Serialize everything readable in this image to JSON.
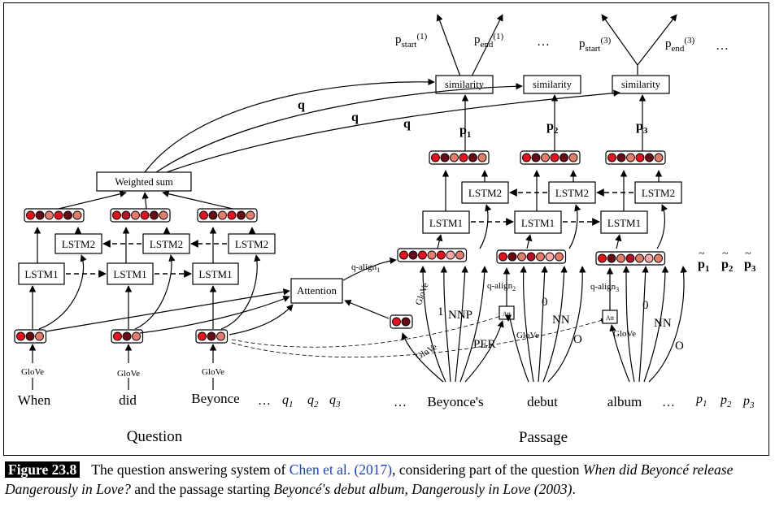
{
  "diagram": {
    "outputs": {
      "p_start_1": "p",
      "p_start_1_sub": "start",
      "p_start_1_sup": "(1)",
      "p_end_1": "p",
      "p_end_1_sub": "end",
      "p_end_1_sup": "(1)",
      "ellipsis_mid": "…",
      "p_start_3": "p",
      "p_start_3_sub": "start",
      "p_start_3_sup": "(3)",
      "p_end_3": "p",
      "p_end_3_sub": "end",
      "p_end_3_sup": "(3)",
      "ellipsis_right": "…"
    },
    "similarity_label": "similarity",
    "q_label": "q",
    "p_vectors": {
      "p": "p",
      "subs": [
        "1",
        "2",
        "3"
      ]
    },
    "lstm1_label": "LSTM1",
    "lstm2_label": "LSTM2",
    "weighted_sum_label": "Weighted sum",
    "attention_label": "Attention",
    "att_label": "Att",
    "glove_label": "GloVe",
    "q_align": {
      "q_align": "q-align",
      "subs": [
        "1",
        "2",
        "3"
      ]
    },
    "features": {
      "beyonce": [
        "1",
        "NNP",
        "PER"
      ],
      "debut": [
        "0",
        "NN",
        "O"
      ],
      "album": [
        "0",
        "NN",
        "O"
      ]
    },
    "question_words": [
      "When",
      "did",
      "Beyonce",
      "…"
    ],
    "q_symbols": [
      "q",
      "q",
      "q"
    ],
    "q_symbol_subs": [
      "1",
      "2",
      "3"
    ],
    "passage_words": [
      "…",
      "Beyonce's",
      "debut",
      "album",
      "…"
    ],
    "p_symbols": [
      "p",
      "p",
      "p"
    ],
    "p_symbol_subs": [
      "1",
      "2",
      "3"
    ],
    "ptilde": {
      "p": "p",
      "subs": [
        "1",
        "2",
        "3"
      ],
      "tilde": "~"
    },
    "section_labels": {
      "question": "Question",
      "passage": "Passage"
    }
  },
  "caption": {
    "figure_label": "Figure 23.8",
    "text_1": "The question answering system of ",
    "citation": "Chen et al. (2017)",
    "text_2": ", considering part of the question ",
    "question_italic": "When did Beyoncé release Dangerously in Love?",
    "text_3": " and the passage starting ",
    "passage_italic": "Beyoncé's debut album, Dangerously in Love (2003)",
    "text_4": "."
  },
  "colors": {
    "red": "#e8101c",
    "dark_red": "#6a0a14",
    "salmon": "#e57b6b",
    "pink": "#f7a8a8",
    "crimson": "#b8102a"
  }
}
